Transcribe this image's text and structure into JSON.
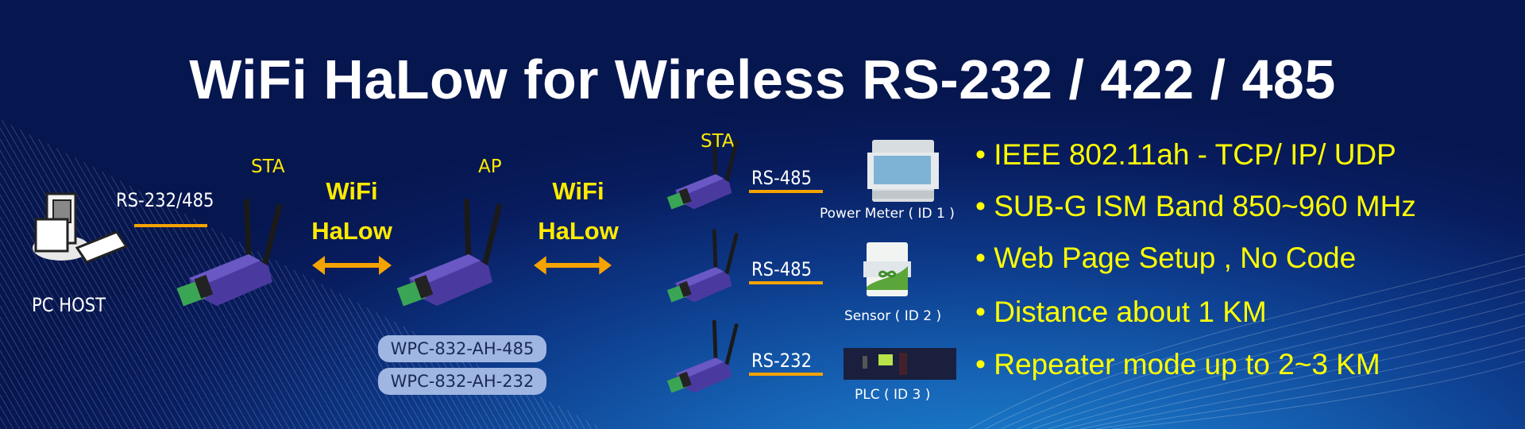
{
  "title": "WiFi HaLow for Wireless RS-232 / 422 / 485",
  "pc": {
    "link_label": "RS-232/485",
    "label": "PC HOST"
  },
  "nodes": {
    "sta_left": "STA",
    "ap": "AP",
    "sta_right": "STA"
  },
  "wifi_links": [
    {
      "line1": "WiFi",
      "line2": "HaLow"
    },
    {
      "line1": "WiFi",
      "line2": "HaLow"
    }
  ],
  "models": [
    "WPC-832-AH-485",
    "WPC-832-AH-232"
  ],
  "endpoints": [
    {
      "interface": "RS-485",
      "device": "Power Meter ( ID 1 )"
    },
    {
      "interface": "RS-485",
      "device": "Sensor ( ID 2 )"
    },
    {
      "interface": "RS-232",
      "device": "PLC ( ID 3 )"
    }
  ],
  "features": [
    "• IEEE 802.11ah - TCP/ IP/ UDP",
    "• SUB-G ISM Band 850~960 MHz",
    "• Web Page Setup , No Code",
    "• Distance about 1 KM",
    "• Repeater mode up to 2~3 KM"
  ],
  "colors": {
    "accent_yellow": "#ffff00",
    "line_orange": "#f5a300",
    "bg_dark": "#081c5e",
    "bg_light": "#1b8fd6"
  }
}
